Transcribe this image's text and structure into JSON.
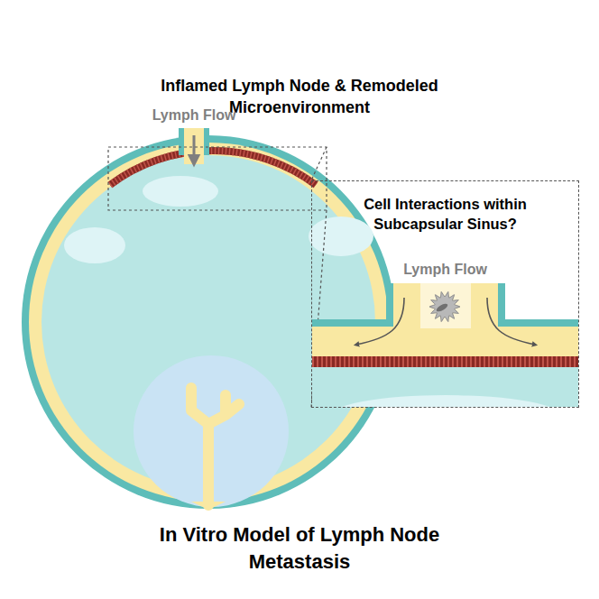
{
  "diagram": {
    "title": "Inflamed Lymph Node & Remodeled Microenvironment",
    "caption": "In Vitro Model of Lymph Node Metastasis",
    "nodes": [
      {
        "text": [
          "Cell Interactions within Subcapsular Sinus?",
          "Lymph Flow"
        ]
      }
    ],
    "labels": [
      "Lymph Flow"
    ]
  }
}
